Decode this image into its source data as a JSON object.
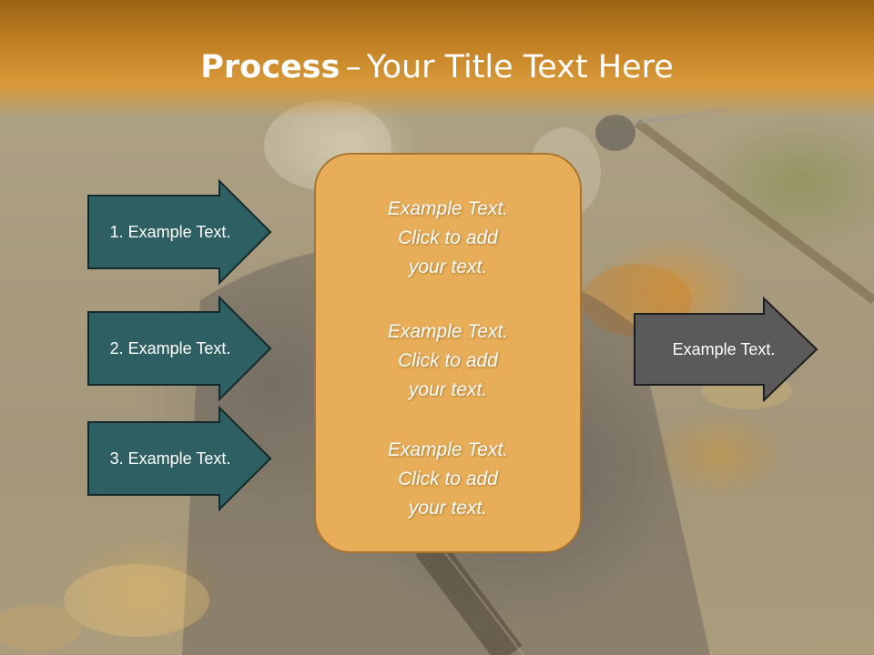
{
  "slide": {
    "title_strong": "Process",
    "title_dash": "–",
    "title_rest": "Your Title Text Here"
  },
  "steps": [
    {
      "label": "1. Example Text."
    },
    {
      "label": "2. Example Text."
    },
    {
      "label": "3. Example Text."
    }
  ],
  "center": {
    "blocks": [
      {
        "line1": "Example Text.",
        "line2": "Click  to add",
        "line3": "your text."
      },
      {
        "line1": "Example Text.",
        "line2": "Click  to add",
        "line3": "your text."
      },
      {
        "line1": "Example Text.",
        "line2": "Click  to add",
        "line3": "your text."
      }
    ]
  },
  "output": {
    "label": "Example Text."
  },
  "colors": {
    "title_bar": "#c07f22",
    "step_arrow_fill": "#2e5f62",
    "output_arrow_fill": "#5a5a5a",
    "center_box_fill": "#e7ad58",
    "center_box_border": "#a9742e",
    "text": "#ffffff"
  }
}
